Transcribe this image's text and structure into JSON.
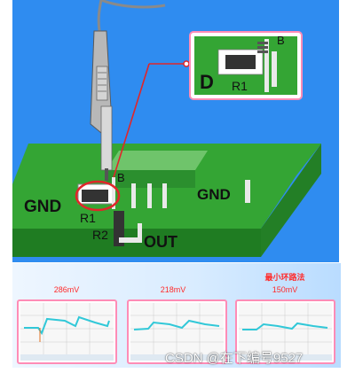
{
  "board": {
    "labels": {
      "gnd_left": "GND",
      "gnd_right": "GND",
      "out": "OUT",
      "r1": "R1",
      "r2": "R2",
      "b": "B"
    }
  },
  "inset": {
    "labels": {
      "d": "D",
      "r1": "R1",
      "b": "B"
    }
  },
  "scopes": {
    "heading": "最小环路法",
    "items": [
      {
        "reading": "286mV"
      },
      {
        "reading": "218mV"
      },
      {
        "reading": "150mV"
      }
    ]
  },
  "watermark": "CSDN @在下编号9527",
  "colors": {
    "panel_blue": "#2f8cf0",
    "board_green": "#34a534",
    "highlight_red": "#e0262a",
    "trace_cyan": "#31c8d8"
  }
}
